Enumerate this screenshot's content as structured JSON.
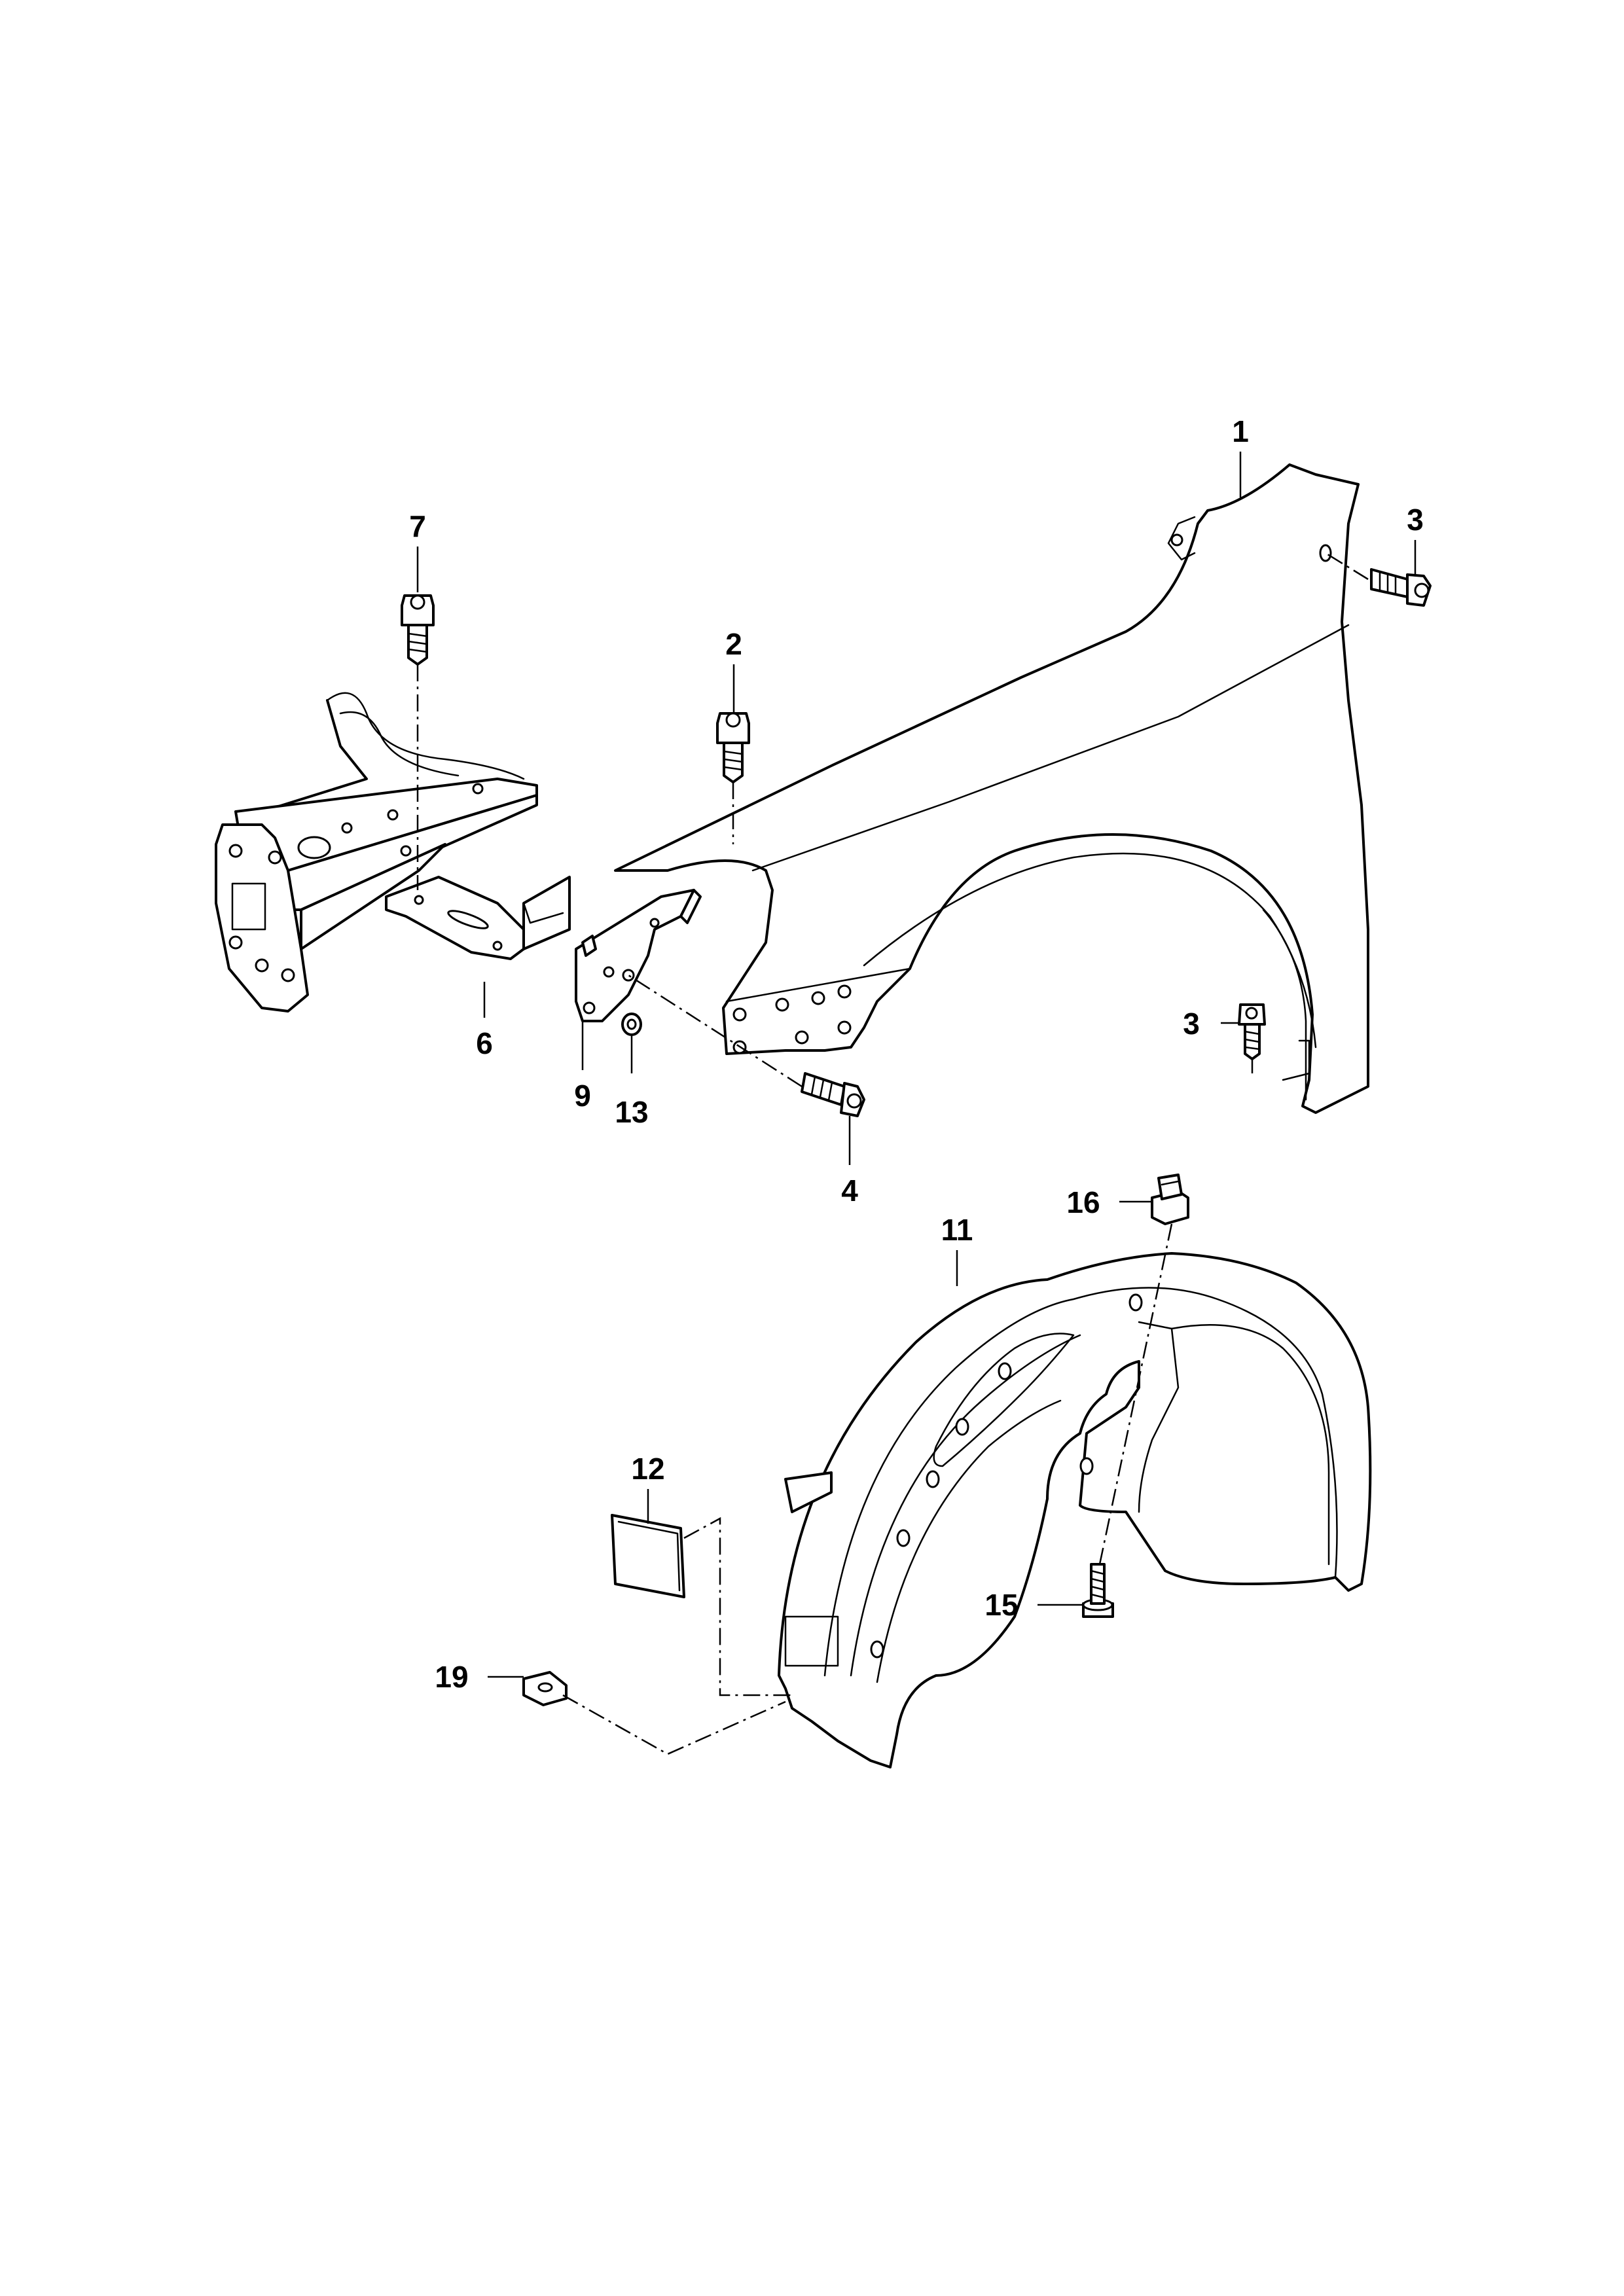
{
  "callouts": {
    "c1": "1",
    "c2": "2",
    "c3a": "3",
    "c3b": "3",
    "c4": "4",
    "c6": "6",
    "c7": "7",
    "c9": "9",
    "c11": "11",
    "c12": "12",
    "c13": "13",
    "c15": "15",
    "c16": "16",
    "c19": "19"
  }
}
